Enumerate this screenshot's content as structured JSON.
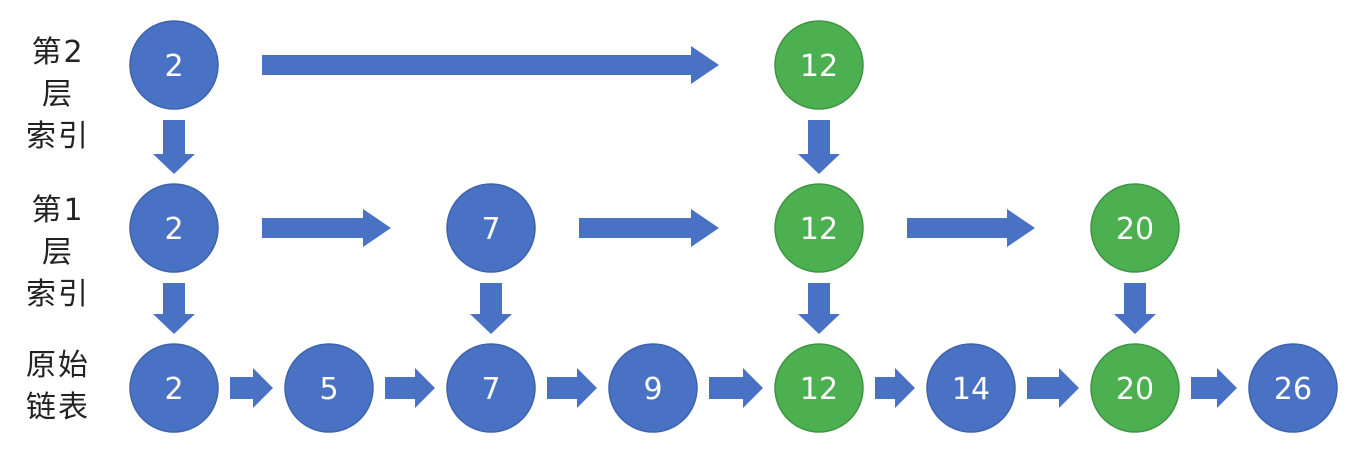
{
  "colors": {
    "blue": "#4A72C4",
    "green": "#4CAF50",
    "arrow": "#4A72C4"
  },
  "rows": [
    {
      "label_line1": "第2层",
      "label_line2": "索引"
    },
    {
      "label_line1": "第1层",
      "label_line2": "索引"
    },
    {
      "label_line1": "原始",
      "label_line2": "链表"
    }
  ],
  "levels": {
    "level2": [
      "2",
      "12"
    ],
    "level1": [
      "2",
      "7",
      "12",
      "20"
    ],
    "base": [
      "2",
      "5",
      "7",
      "9",
      "12",
      "14",
      "20",
      "26"
    ]
  },
  "highlighted_values": [
    "12",
    "20"
  ]
}
